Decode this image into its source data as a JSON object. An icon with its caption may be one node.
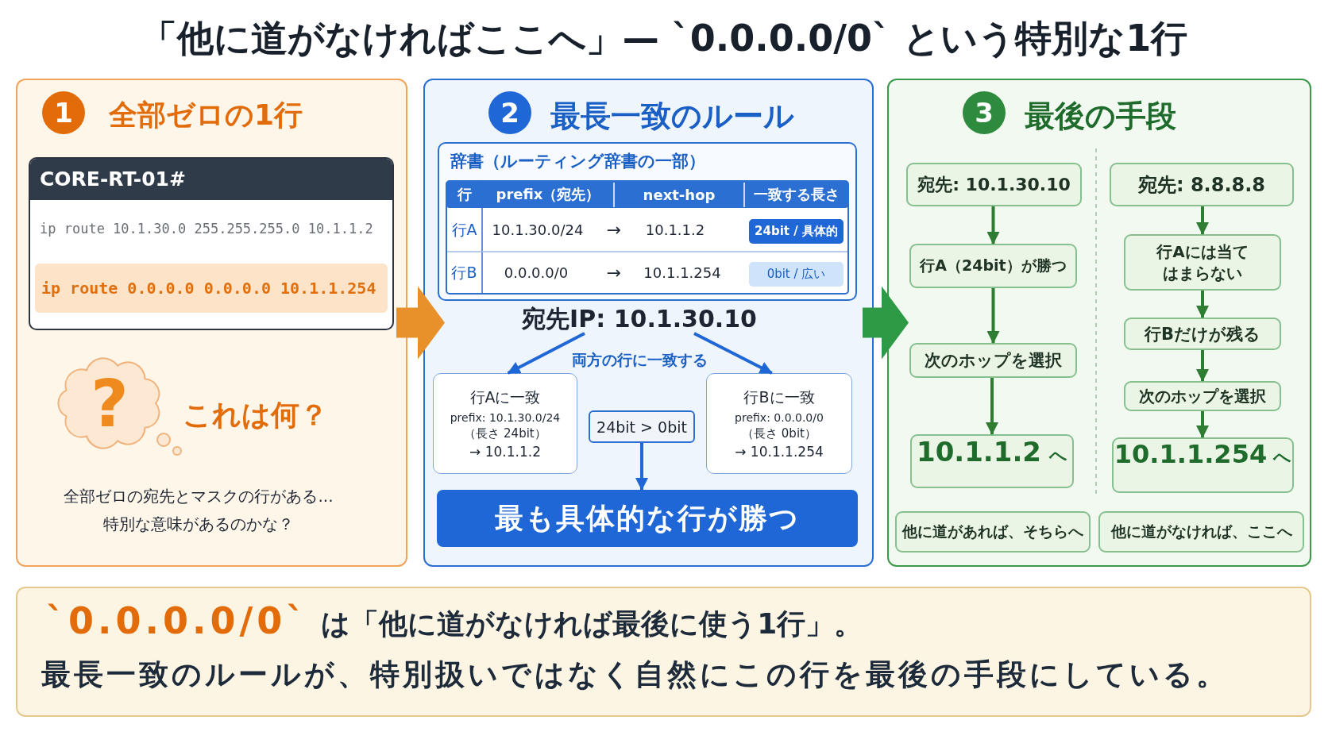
{
  "diagram": {
    "title": "「他に道がなければここへ」— `0.0.0.0/0` という特別な1行",
    "nodes": [
      {
        "text": [
          "全部ゼロの1行"
        ]
      },
      {
        "text": [
          "1"
        ],
        "in": 0
      },
      {
        "text": [
          "CORE-RT-01#",
          "ip route 10.1.30.0 255.255.255.0 10.1.1.2",
          "ip route 0.0.0.0 0.0.0.0 10.1.1.254"
        ],
        "in": 0
      },
      {
        "text": [
          "?"
        ],
        "in": 0,
        "beside": [
          "これは何？"
        ]
      },
      {
        "text": [
          "最長一致のルール"
        ]
      },
      {
        "text": [
          "2"
        ],
        "in": 4
      },
      {
        "text": [
          "辞書（ルーティング辞書の一部）"
        ],
        "in": 4
      },
      {
        "text": [
          "宛先IP: 10.1.30.10"
        ],
        "in": 4
      },
      {
        "text": [
          "行Aに一致",
          "prefix: 10.1.30.0/24",
          "（長さ 24bit）",
          "→ 10.1.1.2"
        ],
        "in": 4
      },
      {
        "text": [
          "24bit > 0bit"
        ],
        "in": 4
      },
      {
        "text": [
          "行Bに一致",
          "prefix: 0.0.0.0/0",
          "（長さ 0bit）",
          "→ 10.1.1.254"
        ],
        "in": 4
      },
      {
        "text": [
          "最も具体的な行が勝つ"
        ],
        "in": 4
      },
      {
        "text": [
          "最後の手段"
        ]
      },
      {
        "text": [
          "3"
        ],
        "in": 12
      },
      {
        "text": [
          "宛先: 10.1.30.10"
        ],
        "in": 12
      },
      {
        "text": [
          "行A（24bit）が勝つ"
        ],
        "in": 12
      },
      {
        "text": [
          "次のホップを選択"
        ],
        "in": 12
      },
      {
        "text": [
          "10.1.1.2",
          "へ"
        ],
        "in": 12
      },
      {
        "text": [
          "宛先: 8.8.8.8"
        ],
        "in": 12
      },
      {
        "text": [
          "行Aには当てはまらない"
        ],
        "in": 12
      },
      {
        "text": [
          "行Bだけが残る"
        ],
        "in": 12
      },
      {
        "text": [
          "次のホップを選択"
        ],
        "in": 12
      },
      {
        "text": [
          "10.1.1.254",
          "へ"
        ],
        "in": 12
      },
      {
        "text": [
          "他に道があれば、そちらへ"
        ],
        "in": 12
      },
      {
        "text": [
          "他に道がなければ、ここへ"
        ],
        "in": 12
      },
      {
        "text": [
          "`0.0.0.0/0`",
          "は「他に道がなければ最後に使う1行」。",
          "最長一致のルールが、特別扱いではなく自然にこの行を最後の手段にしている。"
        ]
      }
    ],
    "edges": [
      {
        "from": 0,
        "to": 4,
        "arrow": "to",
        "style": "thick",
        "color": "#e8902a"
      },
      {
        "from": 7,
        "to": 8,
        "arrow": "to",
        "color": "#1f66d6"
      },
      {
        "from": 7,
        "to": 10,
        "arrow": "to",
        "color": "#1f66d6"
      },
      {
        "from": 9,
        "to": 11,
        "arrow": "to",
        "color": "#1f66d6"
      },
      {
        "from": 4,
        "to": 12,
        "arrow": "to",
        "style": "thick",
        "color": "#2e9a45"
      },
      {
        "from": 14,
        "to": 15,
        "arrow": "to"
      },
      {
        "from": 15,
        "to": 16,
        "arrow": "to"
      },
      {
        "from": 16,
        "to": 17,
        "arrow": "to"
      },
      {
        "from": 18,
        "to": 19,
        "arrow": "to"
      },
      {
        "from": 19,
        "to": 20,
        "arrow": "to"
      },
      {
        "from": 20,
        "to": 21,
        "arrow": "to"
      },
      {
        "from": 21,
        "to": 22,
        "arrow": "to"
      }
    ],
    "labels": [
      "全部ゼロの宛先とマスクの行がある...",
      "特別な意味があるのかな？",
      "行",
      "prefix（宛先）",
      "next-hop",
      "一致する長さ",
      "行A",
      "10.1.30.0/24",
      "→",
      "10.1.1.2",
      "24bit / 具体的",
      "行B",
      "0.0.0.0/0",
      "→",
      "10.1.1.254",
      "0bit / 広い",
      "両方の行に一致する"
    ]
  }
}
